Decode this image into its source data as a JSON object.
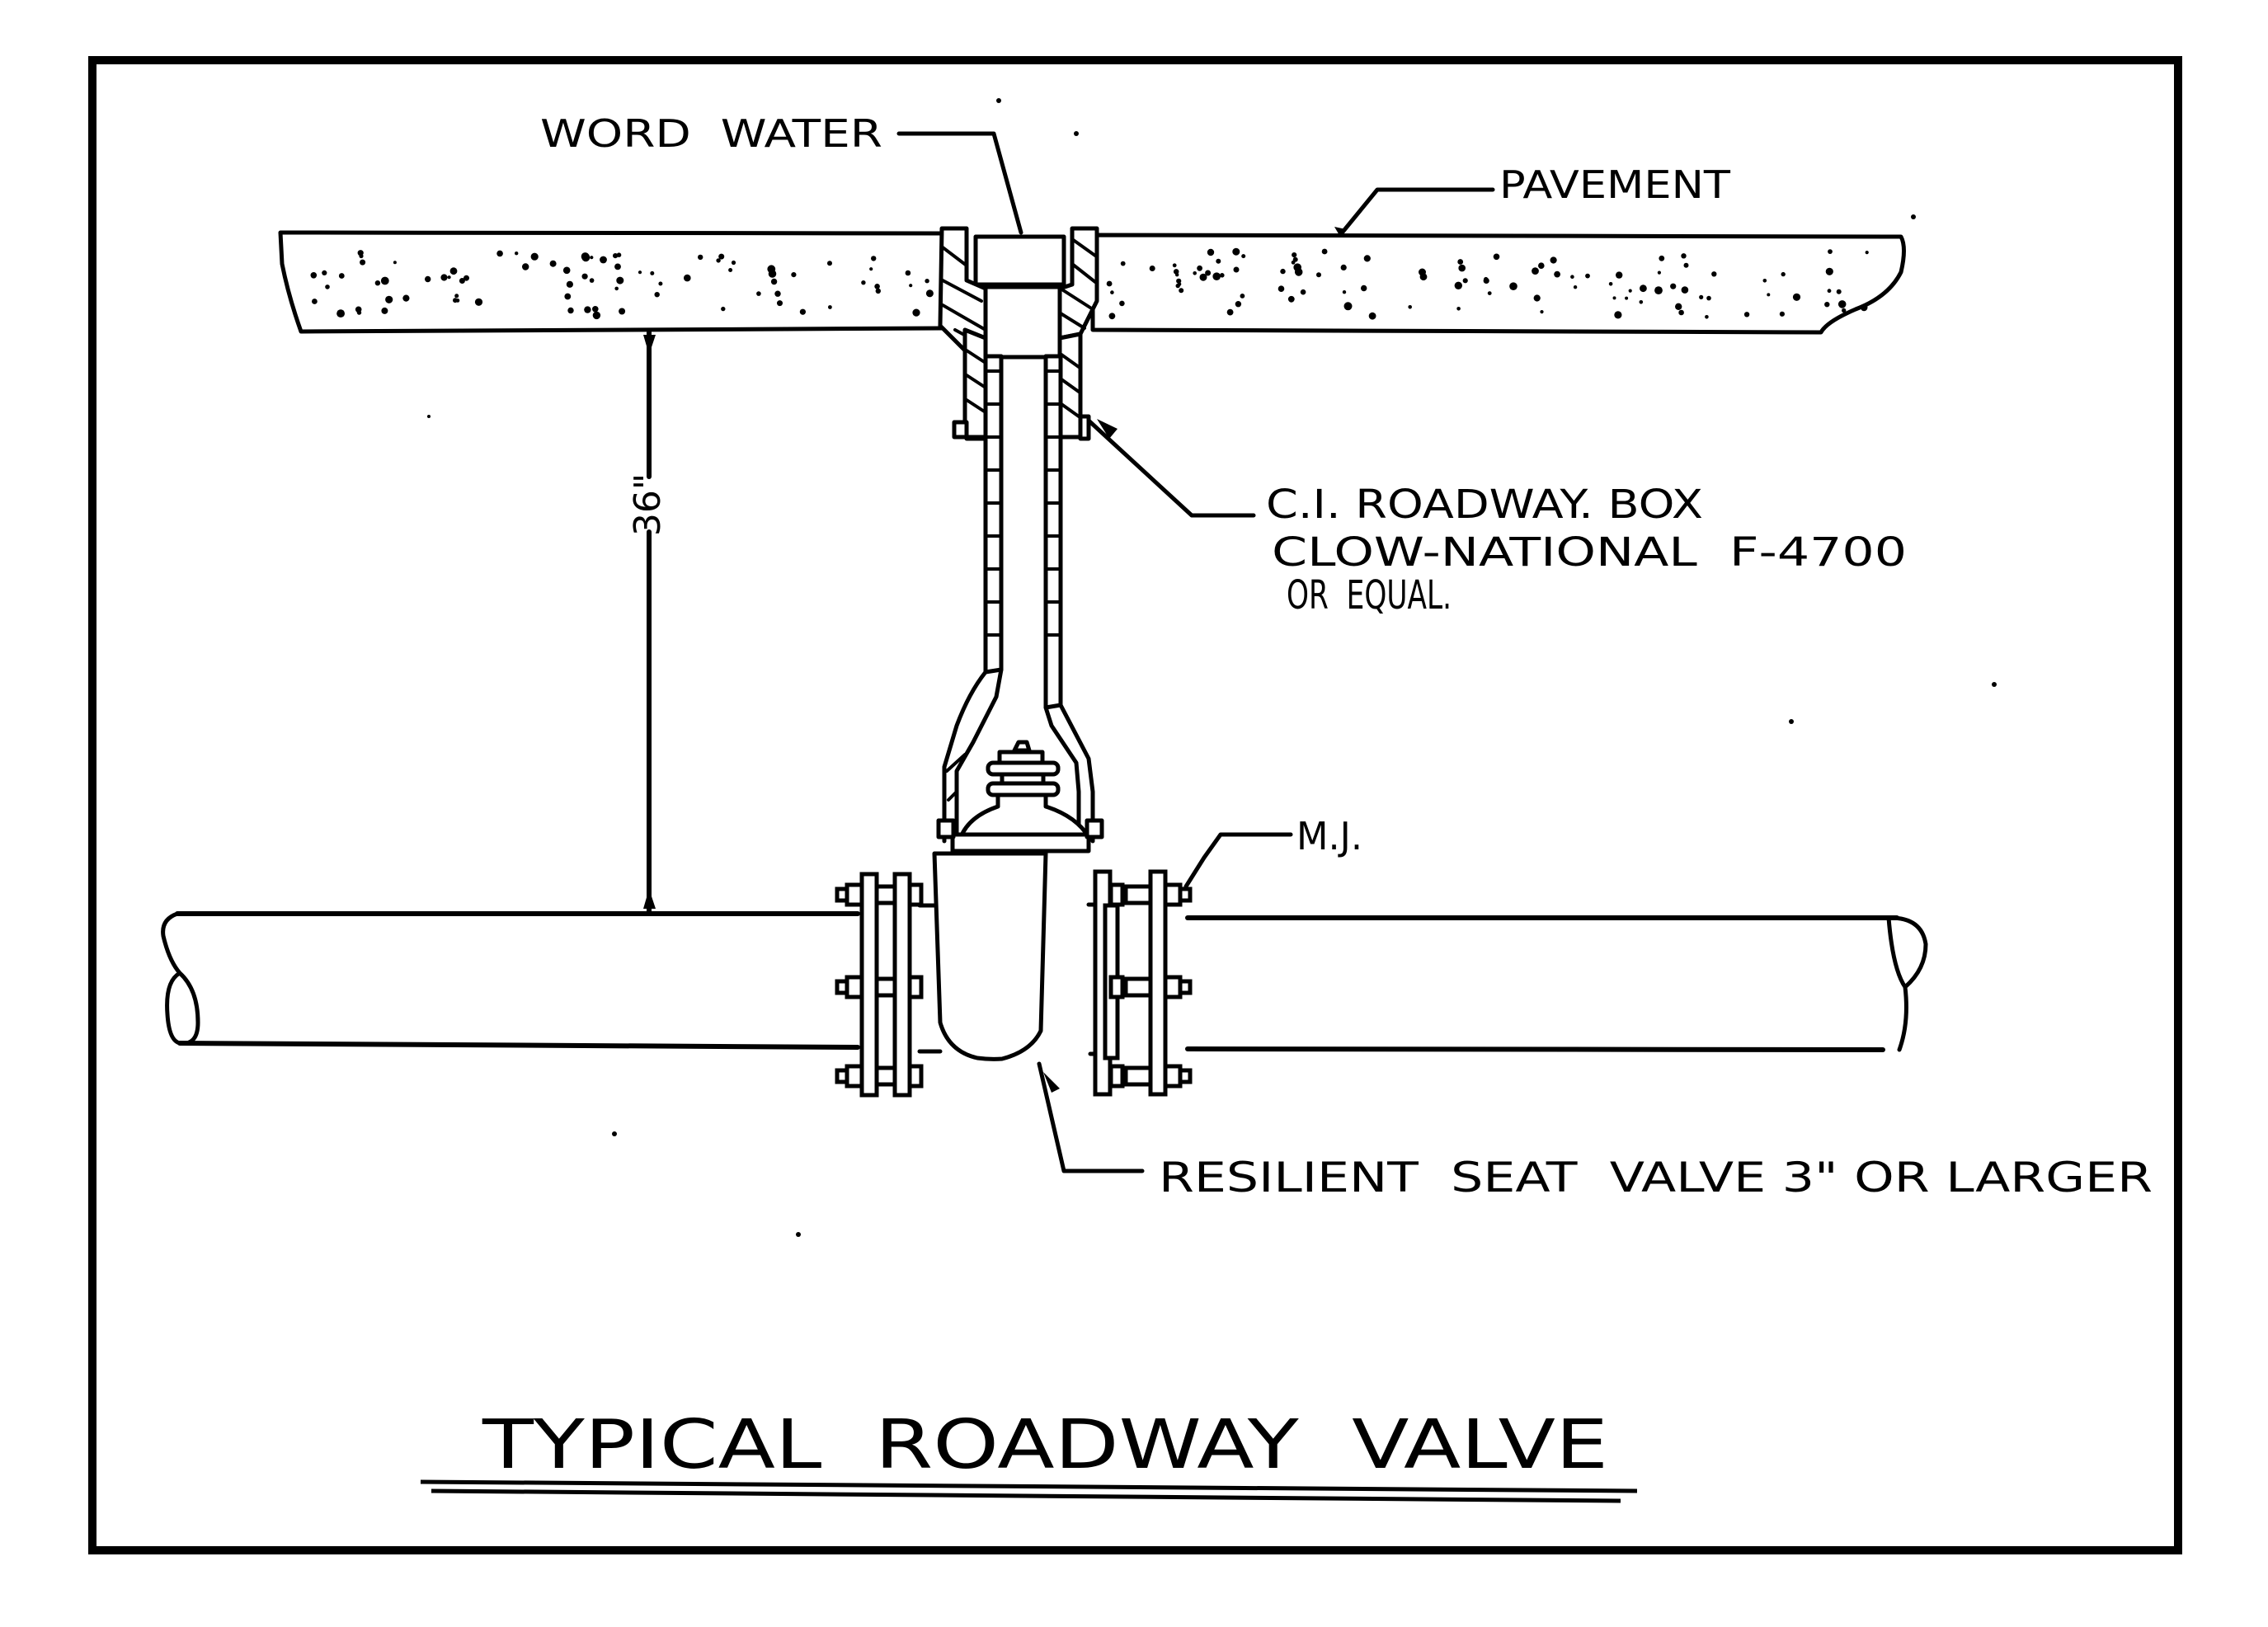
{
  "drawing": {
    "title": "TYPICAL  ROADWAY  VALVE",
    "colors": {
      "ink": "#000000",
      "paper": "#ffffff"
    },
    "labels": {
      "word_water": "WORD  WATER",
      "pavement": "PAVEMENT",
      "roadway_box_line1": "C.I. ROADWAY. BOX",
      "roadway_box_line2": "CLOW-NATIONAL  F-4700",
      "roadway_box_line3": "OR  EQUAL.",
      "mj": "M.J.",
      "valve": "RESILIENT  SEAT  VALVE 3\" OR LARGER"
    },
    "dimension": {
      "depth_label": "36\""
    }
  }
}
